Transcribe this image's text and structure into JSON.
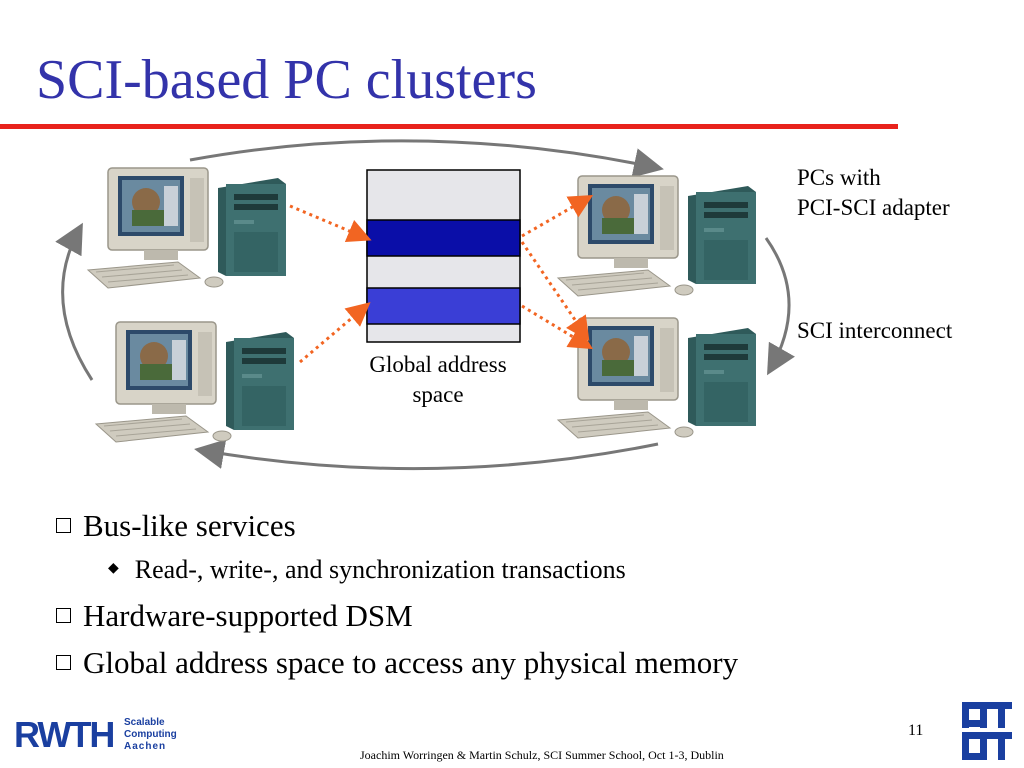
{
  "slide": {
    "title": "SCI-based PC clusters",
    "page_number": "11",
    "footer": "Joachim Worringen & Martin Schulz, SCI Summer School, Oct 1-3, Dublin"
  },
  "diagram": {
    "label_pcs_line1": "PCs with",
    "label_pcs_line2": "PCI-SCI adapter",
    "label_interconnect": "SCI interconnect",
    "label_gas_line1": "Global address",
    "label_gas_line2": "space"
  },
  "bullets": [
    {
      "level": 1,
      "text": "Bus-like services"
    },
    {
      "level": 2,
      "text": "Read-, write-, and synchronization transactions"
    },
    {
      "level": 1,
      "text": "Hardware-supported DSM"
    },
    {
      "level": 1,
      "text": "Global address space to access any physical memory"
    }
  ],
  "logos": {
    "rwth_main": "RWTH",
    "rwth_sub1": "Scalable",
    "rwth_sub2": "Computing",
    "rwth_sub3": "Aachen",
    "tum": "TUM"
  },
  "colors": {
    "title": "#3333aa",
    "rule": "#e8221c",
    "memory_dark": "#0a0ea8",
    "memory_light": "#3a3ed6",
    "dotted_links": "#f26522",
    "ring": "#777777",
    "logo_blue": "#1a3fa0"
  }
}
